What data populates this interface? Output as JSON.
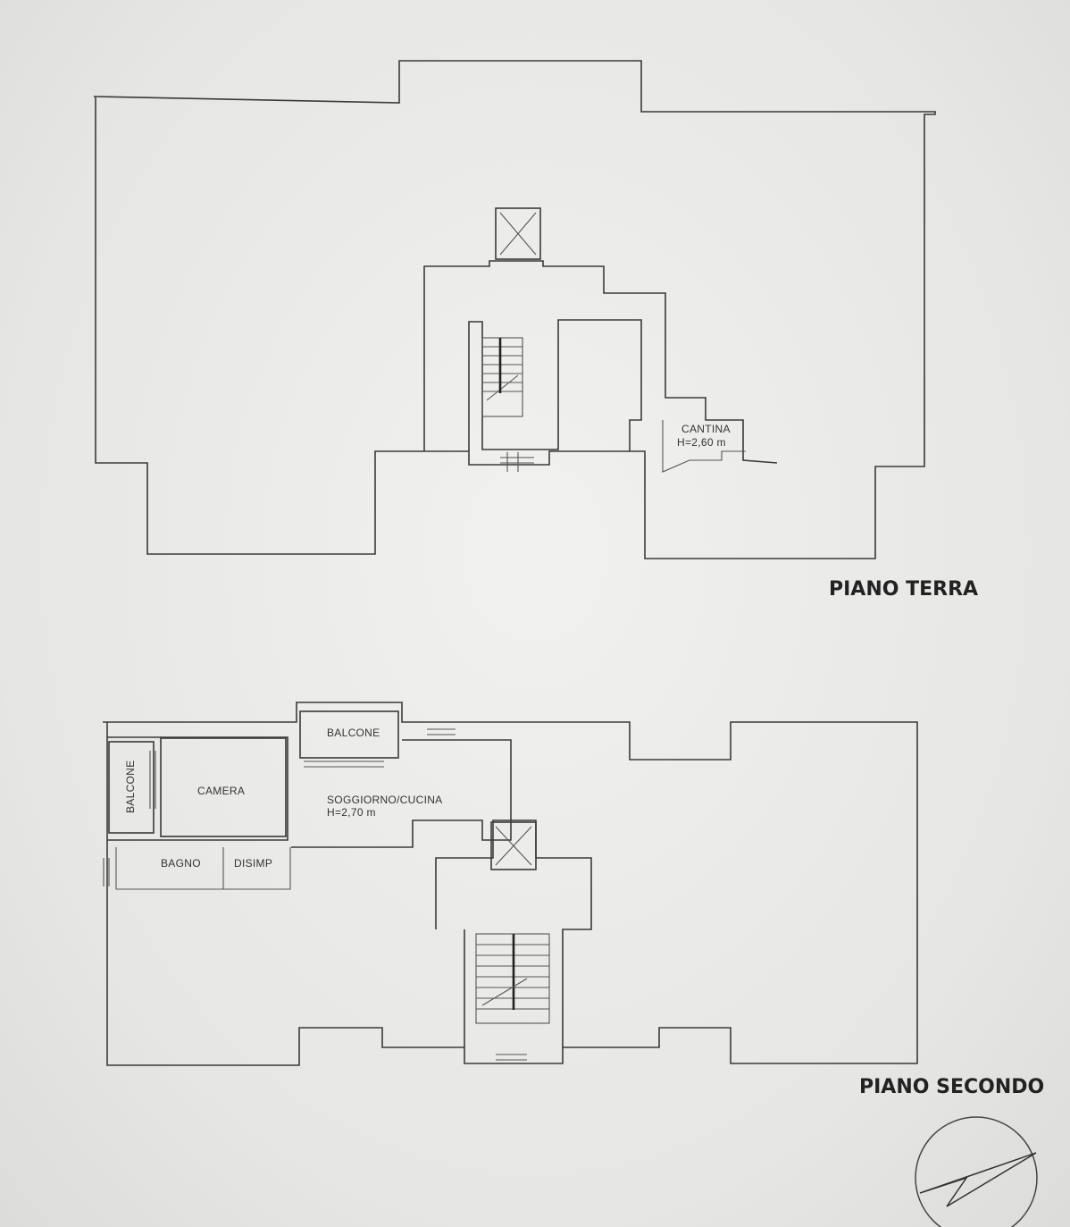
{
  "ground_floor": {
    "title": "PIANO TERRA",
    "rooms": {
      "cellar": {
        "name": "CANTINA",
        "height": "H=2,60 m"
      }
    }
  },
  "second_floor": {
    "title": "PIANO SECONDO",
    "rooms": {
      "balcony_top": {
        "name": "BALCONE"
      },
      "balcony_side": {
        "name": "BALCONE"
      },
      "bedroom": {
        "name": "CAMERA"
      },
      "living_kitchen": {
        "name": "SOGGIORNO/CUCINA",
        "height": "H=2,70 m"
      },
      "bathroom": {
        "name": "BAGNO"
      },
      "hallway": {
        "name": "DISIMP"
      }
    }
  },
  "compass": {
    "icon": "north-arrow-icon"
  }
}
